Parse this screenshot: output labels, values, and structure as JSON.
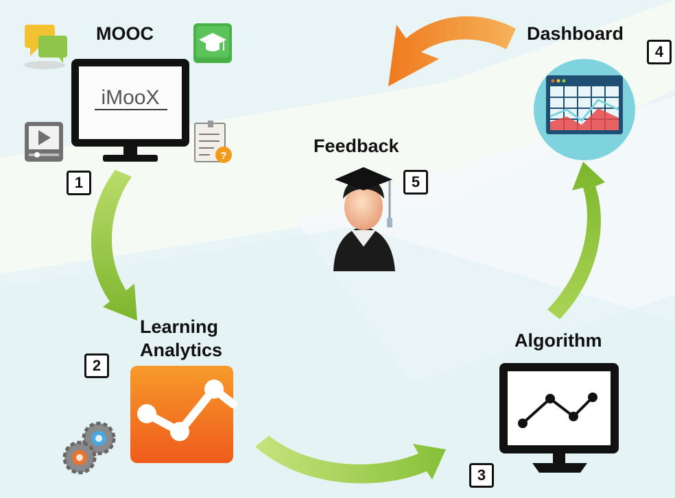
{
  "labels": {
    "mooc": "MOOC",
    "dashboard": "Dashboard",
    "feedback": "Feedback",
    "learning_line1": "Learning",
    "learning_line2": "Analytics",
    "algorithm": "Algorithm"
  },
  "monitor_brand": "iMooX",
  "steps": {
    "s1": "1",
    "s2": "2",
    "s3": "3",
    "s4": "4",
    "s5": "5"
  },
  "colors": {
    "arrow_green": "#8cc63f",
    "arrow_orange": "#f08a24",
    "analytics_orange": "#f26b1d",
    "dashboard_circle": "#7fd3de"
  },
  "icons": {
    "mooc": "monitor-icon",
    "chat": "chat-bubbles-icon",
    "graduation": "graduation-cap-icon",
    "video": "video-player-icon",
    "quiz": "quiz-document-icon",
    "analytics": "analytics-chart-icon",
    "gears": "gears-icon",
    "algorithm": "line-chart-monitor-icon",
    "dashboard": "dashboard-table-icon",
    "feedback": "graduate-person-icon"
  }
}
